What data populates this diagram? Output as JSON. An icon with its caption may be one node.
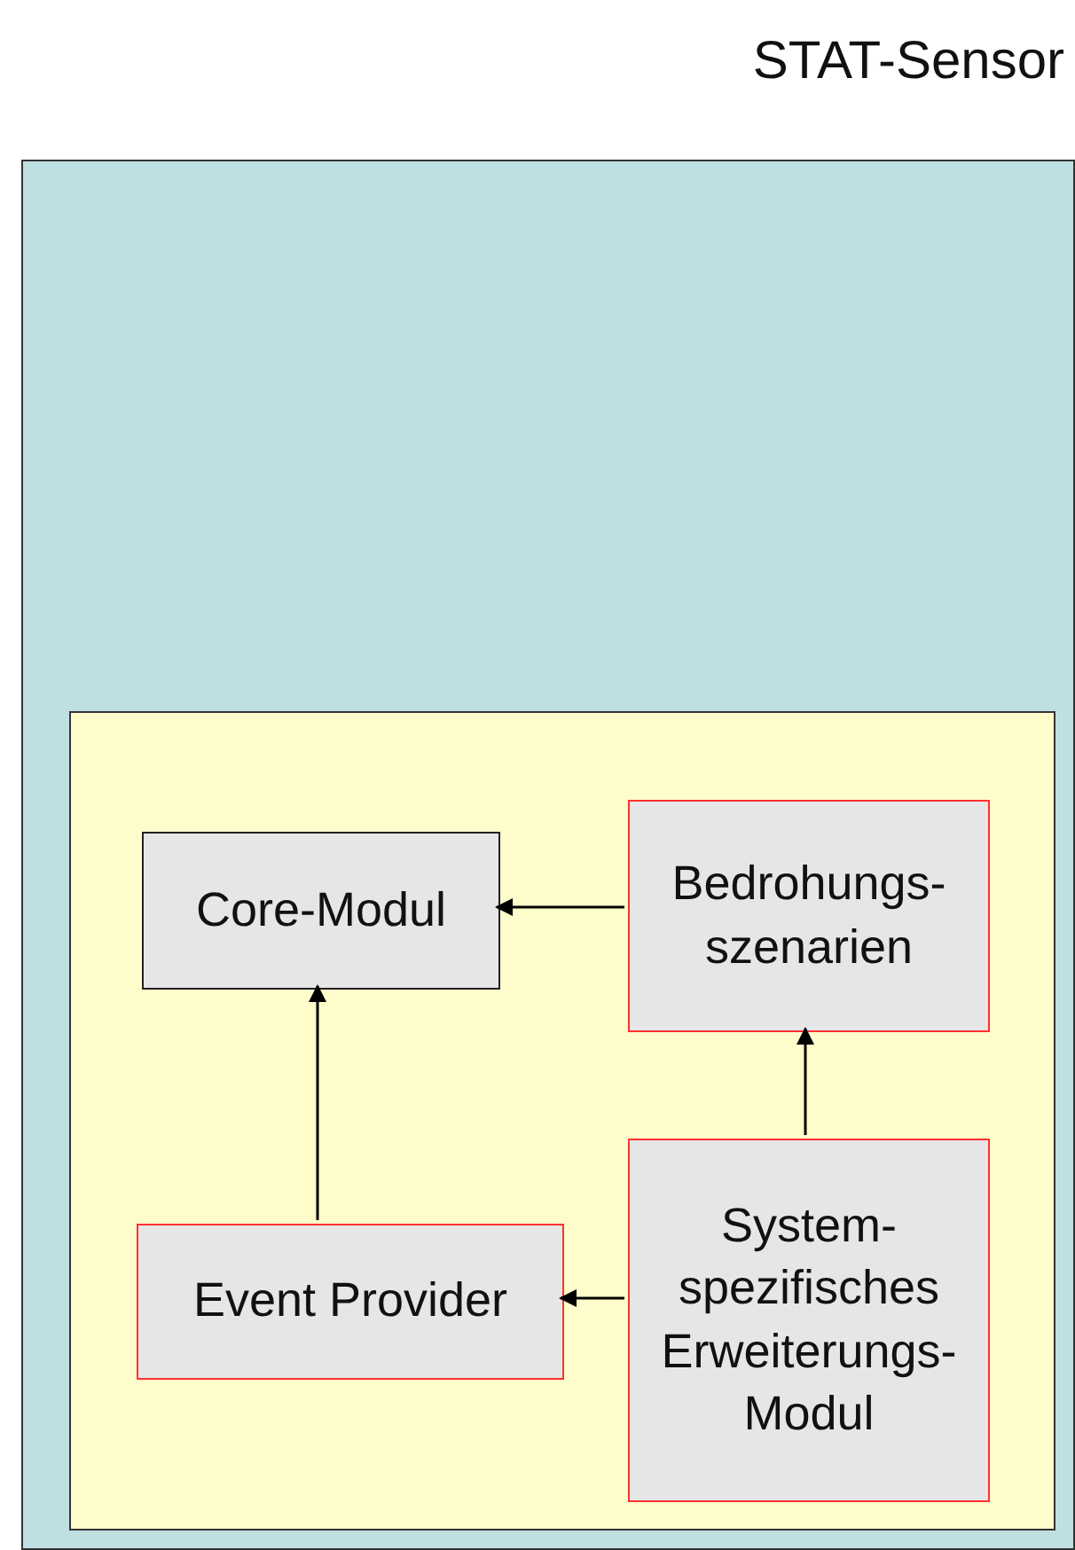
{
  "diagram": {
    "title": "STAT-Sensor",
    "nodes": [
      {
        "text": [],
        "shape": "box"
      },
      {
        "text": [],
        "shape": "box",
        "in": 0
      },
      {
        "text": [
          "Core-Modul"
        ],
        "in": 1
      },
      {
        "text": [
          "Bedrohungs- szenarien"
        ],
        "in": 1
      },
      {
        "text": [
          "Event Provider"
        ],
        "in": 1
      },
      {
        "text": [
          "System- spezifisches Erweiterungs- Modul"
        ],
        "in": 1
      }
    ],
    "edges": [
      {
        "from": 3,
        "to": 2,
        "arrow": "to"
      },
      {
        "from": 4,
        "to": 2,
        "arrow": "to"
      },
      {
        "from": 5,
        "to": 3,
        "arrow": "to"
      },
      {
        "from": 5,
        "to": 4,
        "arrow": "to"
      }
    ]
  }
}
